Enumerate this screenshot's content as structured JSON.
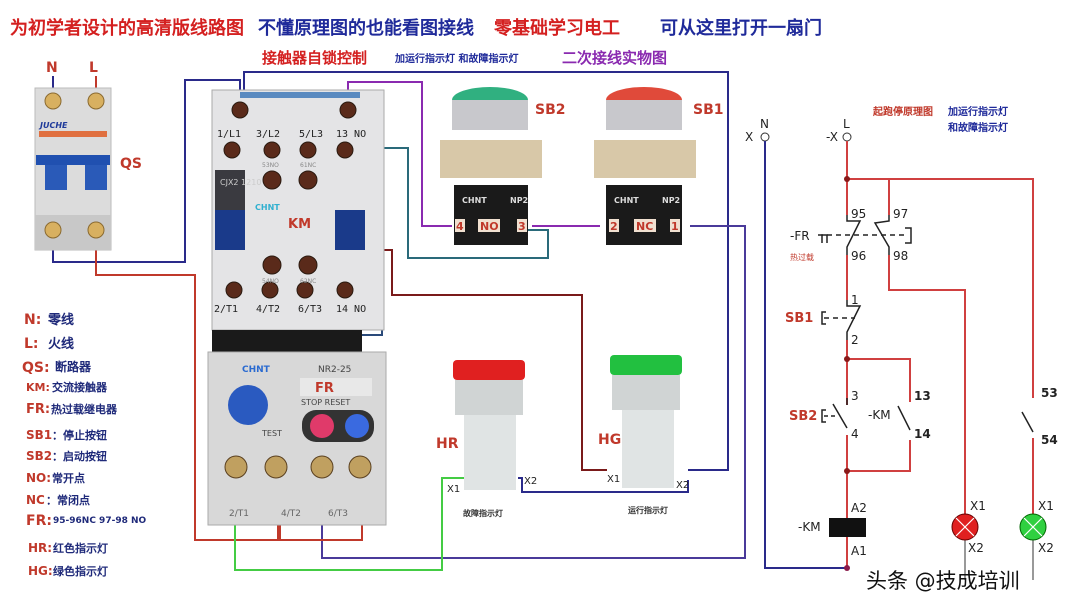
{
  "title": {
    "part1": "为初学者设计的高清版线路图",
    "part2": "不懂原理图的也能看图接线",
    "part3": "零基础学习电工",
    "part4": "可从这里打开一扇门"
  },
  "subtitle": {
    "part1": "接触器自锁控制",
    "part2": "加运行指示灯  和故障指示灯",
    "part3": "二次接线实物图"
  },
  "breaker": {
    "n_label": "N",
    "l_label": "L",
    "brand": "JUCHE",
    "tag": "QS"
  },
  "contactor": {
    "tag": "KM",
    "model": "CJX2\n1210",
    "brand": "CHNT",
    "terminals_top": [
      "1/L1",
      "3/L2",
      "5/L3",
      "13 NO"
    ],
    "terminals_bottom": [
      "2/T1",
      "4/T2",
      "6/T3",
      "14 NO"
    ],
    "aux_top": [
      "53NO",
      "61NC"
    ],
    "aux_bottom": [
      "54NO",
      "62NC"
    ]
  },
  "overload": {
    "tag": "FR",
    "brand": "CHNT",
    "model": "NR2-25",
    "stop_reset": "STOP  RESET",
    "test": "TEST",
    "terminals": [
      "2/T1",
      "4/T2",
      "6/T3"
    ]
  },
  "sb2": {
    "tag": "SB2",
    "brand": "CHNT",
    "model": "NP2",
    "left": "4",
    "type": "NO",
    "right": "3"
  },
  "sb1": {
    "tag": "SB1",
    "brand": "CHNT",
    "model": "NP2",
    "left": "2",
    "type": "NC",
    "right": "1"
  },
  "hr": {
    "tag": "HR",
    "x1": "X1",
    "x2": "X2",
    "caption": "故障指示灯",
    "color": "#e02020"
  },
  "hg": {
    "tag": "HG",
    "x1": "X1",
    "x2": "X2",
    "caption": "运行指示灯",
    "color": "#22c040"
  },
  "legend": [
    {
      "key": "N:",
      "value": "零线"
    },
    {
      "key": "L:",
      "value": "火线"
    },
    {
      "key": "QS:",
      "value": "断路器"
    },
    {
      "key": "KM:",
      "value": "交流接触器"
    },
    {
      "key": "FR:",
      "value": "热过载继电器"
    },
    {
      "key": "SB1",
      "value": "：停止按钮"
    },
    {
      "key": "SB2",
      "value": "：启动按钮"
    },
    {
      "key": "NO:",
      "value": "常开点"
    },
    {
      "key": "NC",
      "value": "：常闭点"
    },
    {
      "key": "FR:",
      "value": "95-96NC  97-98 NO"
    },
    {
      "key": "HR:",
      "value": "红色指示灯"
    },
    {
      "key": "HG:",
      "value": "绿色指示灯"
    }
  ],
  "schematic": {
    "title_red": "起跑停原理图",
    "title_blue1": "加运行指示灯",
    "title_blue2": "和故障指示灯",
    "x_n": "X",
    "n": "N",
    "x_l": "-X",
    "l": "L",
    "fr": "-FR",
    "fr_note": "热过载",
    "c95": "95",
    "c96": "96",
    "c97": "97",
    "c98": "98",
    "sb1": "SB1",
    "c1": "1",
    "c2": "2",
    "sb2": "SB2",
    "c3": "3",
    "c4": "4",
    "km_aux": "-KM",
    "c13": "13",
    "c14": "14",
    "c53": "53",
    "c54": "54",
    "km_coil": "-KM",
    "a1": "A1",
    "a2": "A2",
    "lamp_r_x1": "X1",
    "lamp_r_x2": "X2",
    "lamp_g_x1": "X1",
    "lamp_g_x2": "X2",
    "wire_red": "#d04040",
    "wire_blue": "#2a2a8a"
  },
  "watermark": "头条 @技成培训"
}
